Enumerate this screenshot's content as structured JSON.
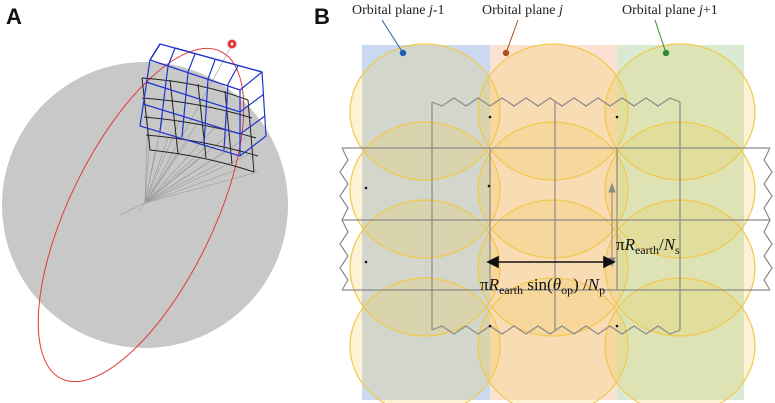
{
  "panel_a": {
    "label": "A"
  },
  "panel_b": {
    "label": "B",
    "planes": [
      {
        "prefix": "Orbital plane ",
        "var": "j",
        "suffix": "-1",
        "band_color": "#c9daf0",
        "marker_color": "#1f5fb0"
      },
      {
        "prefix": "Orbital plane ",
        "var": "j",
        "suffix": "",
        "band_color": "#fbe1d2",
        "marker_color": "#a9521c"
      },
      {
        "prefix": "Orbital plane ",
        "var": "j",
        "suffix": "+1",
        "band_color": "#d8ebd2",
        "marker_color": "#2f8a2f"
      }
    ],
    "vertical_formula": {
      "pi": "π",
      "R": "R",
      "sub": "earth",
      "slash": "/",
      "N": "N",
      "Nsub": "s"
    },
    "horizontal_formula": {
      "pi": "π",
      "R": "R",
      "sub": "earth",
      "sin": " sin(",
      "theta": "θ",
      "thetasub": "op",
      "close": ")",
      "slash": " /",
      "N": "N",
      "Nsub": "p"
    }
  },
  "colors": {
    "earth": "#c8c8c8",
    "orbit": "#e23a3a",
    "grid_blue": "#2233cc",
    "footprint": "#f2c84b",
    "grid_gray": "#8a8a8a"
  }
}
